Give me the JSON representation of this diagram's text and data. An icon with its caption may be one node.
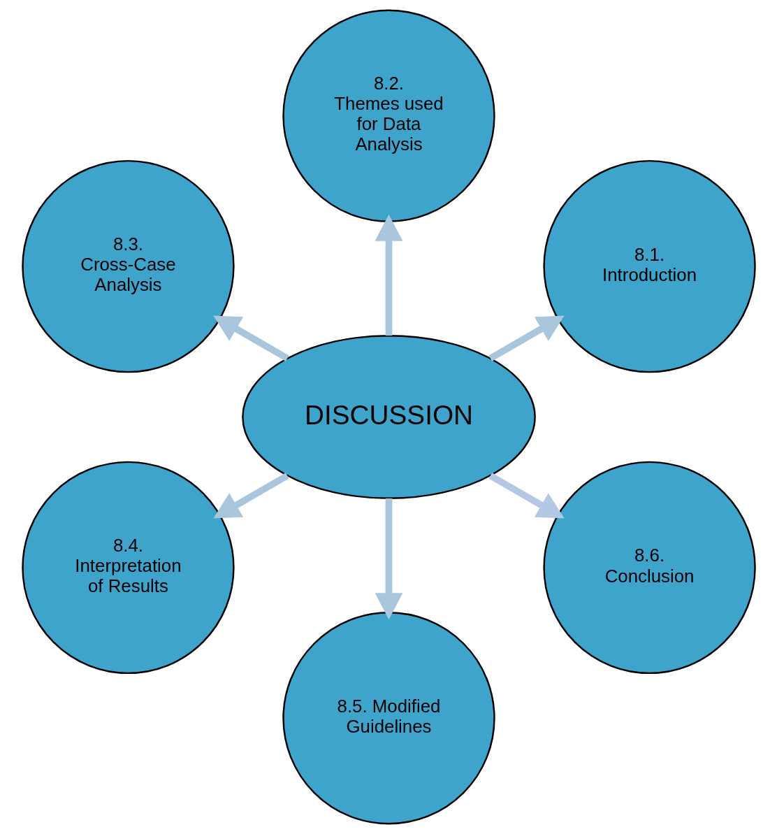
{
  "diagram": {
    "nodes": [
      {
        "text": [
          "DISCUSSION"
        ]
      },
      {
        "text": [
          "8.1.",
          "Introduction"
        ]
      },
      {
        "text": [
          "8.2.",
          "Themes used for Data Analysis"
        ]
      },
      {
        "text": [
          "8.3.",
          "Cross-Case Analysis"
        ]
      },
      {
        "text": [
          "8.4.",
          "Interpretation of Results"
        ]
      },
      {
        "text": [
          "8.5. Modified Guidelines"
        ]
      },
      {
        "text": [
          "8.6.",
          "Conclusion"
        ]
      }
    ],
    "edges": [
      {
        "from": 0,
        "to": 1,
        "arrow": "to"
      },
      {
        "from": 0,
        "to": 2,
        "arrow": "to"
      },
      {
        "from": 0,
        "to": 3,
        "arrow": "to"
      },
      {
        "from": 0,
        "to": 4,
        "arrow": "to"
      },
      {
        "from": 0,
        "to": 5,
        "arrow": "to"
      },
      {
        "from": 0,
        "to": 6,
        "arrow": "to",
        "color": "#b4c8e6"
      }
    ]
  }
}
